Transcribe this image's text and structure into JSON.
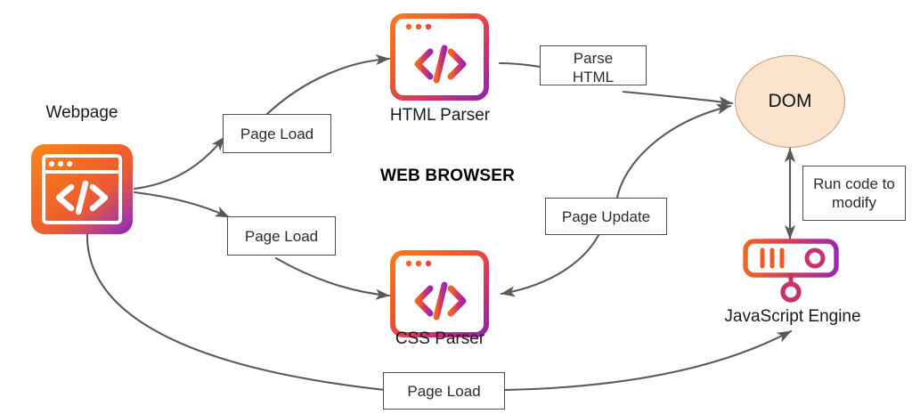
{
  "diagram": {
    "section_title": "WEB BROWSER",
    "colors": {
      "gradient_start": "#f26522",
      "gradient_mid": "#e03a3e",
      "gradient_end": "#8e24aa",
      "arrow": "#595959",
      "box_border": "#4d4d4d",
      "dom_fill": "#fbe3cd",
      "dom_border": "#c89a74",
      "label_text": "#1a1a1a"
    },
    "nodes": [
      {
        "id": "webpage",
        "label": "Webpage",
        "icon": "browser-window-code-filled-icon"
      },
      {
        "id": "html-parser",
        "label": "HTML Parser",
        "icon": "browser-window-code-outline-icon"
      },
      {
        "id": "css-parser",
        "label": "CSS Parser",
        "icon": "browser-window-code-outline-icon"
      },
      {
        "id": "dom",
        "label": "DOM",
        "icon": "circle-node-icon"
      },
      {
        "id": "js-engine",
        "label": "JavaScript Engine",
        "icon": "engine-server-icon"
      }
    ],
    "edge_labels": [
      {
        "id": "page-load-html",
        "text": "Page Load"
      },
      {
        "id": "page-load-css",
        "text": "Page Load"
      },
      {
        "id": "parse-html",
        "text": "Parse\nHTML",
        "line1": "Parse",
        "line2": "HTML"
      },
      {
        "id": "page-update",
        "text": "Page Update"
      },
      {
        "id": "run-code-modify",
        "text": "Run code to\nmodify",
        "line1": "Run code to",
        "line2": "modify"
      },
      {
        "id": "page-load-js",
        "text": "Page Load"
      }
    ]
  }
}
